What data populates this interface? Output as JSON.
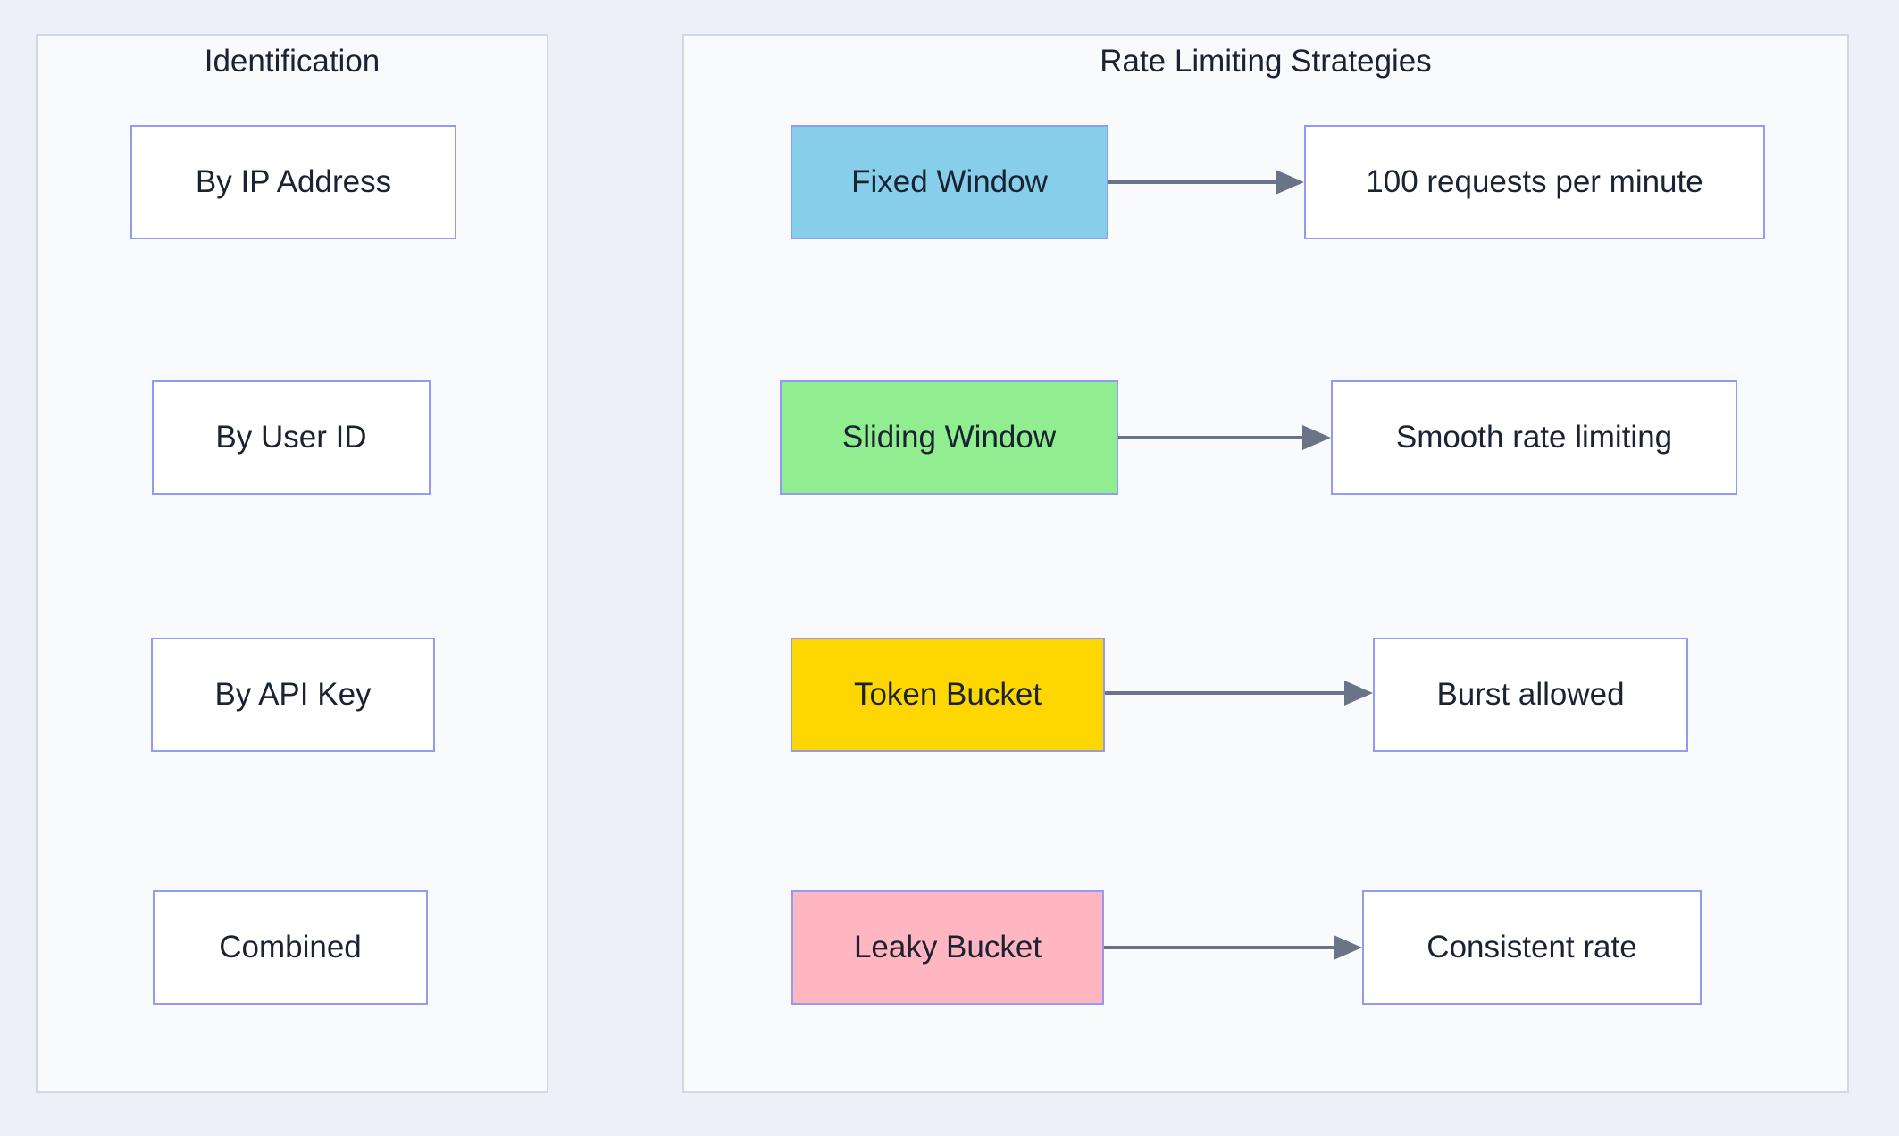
{
  "colors": {
    "page_bg": "#edf1f7",
    "panel_fill": "#f8fafc",
    "panel_border": "#cfd8e3",
    "node_border": "#929af3",
    "node_fill": "#ffffff",
    "arrow": "#6b7487",
    "text": "#1b2332"
  },
  "left_panel": {
    "title": "Identification",
    "items": [
      {
        "label": "By IP Address"
      },
      {
        "label": "By User ID"
      },
      {
        "label": "By API Key"
      },
      {
        "label": "Combined"
      }
    ]
  },
  "right_panel": {
    "title": "Rate Limiting Strategies",
    "flows": [
      {
        "strategy": "Fixed Window",
        "fill": "#87CEEB",
        "outcome": "100 requests per minute"
      },
      {
        "strategy": "Sliding Window",
        "fill": "#90EE90",
        "outcome": "Smooth rate limiting"
      },
      {
        "strategy": "Token Bucket",
        "fill": "#FFD700",
        "outcome": "Burst allowed"
      },
      {
        "strategy": "Leaky Bucket",
        "fill": "#FFB6C1",
        "outcome": "Consistent rate"
      }
    ]
  }
}
